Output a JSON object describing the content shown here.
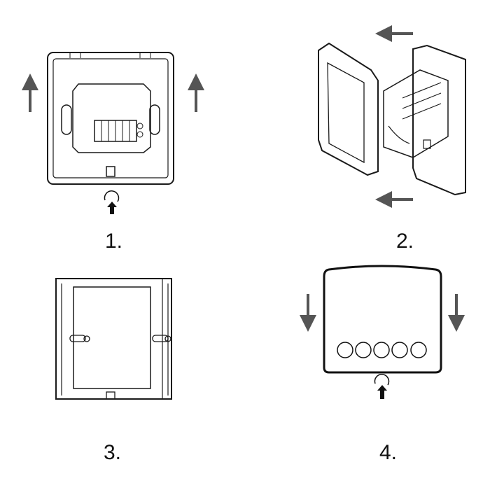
{
  "steps": [
    {
      "label": "1."
    },
    {
      "label": "2."
    },
    {
      "label": "3."
    },
    {
      "label": "4."
    }
  ],
  "colors": {
    "line": "#1a1a1a",
    "arrow_gray": "#555555",
    "arrow_black": "#111111"
  }
}
